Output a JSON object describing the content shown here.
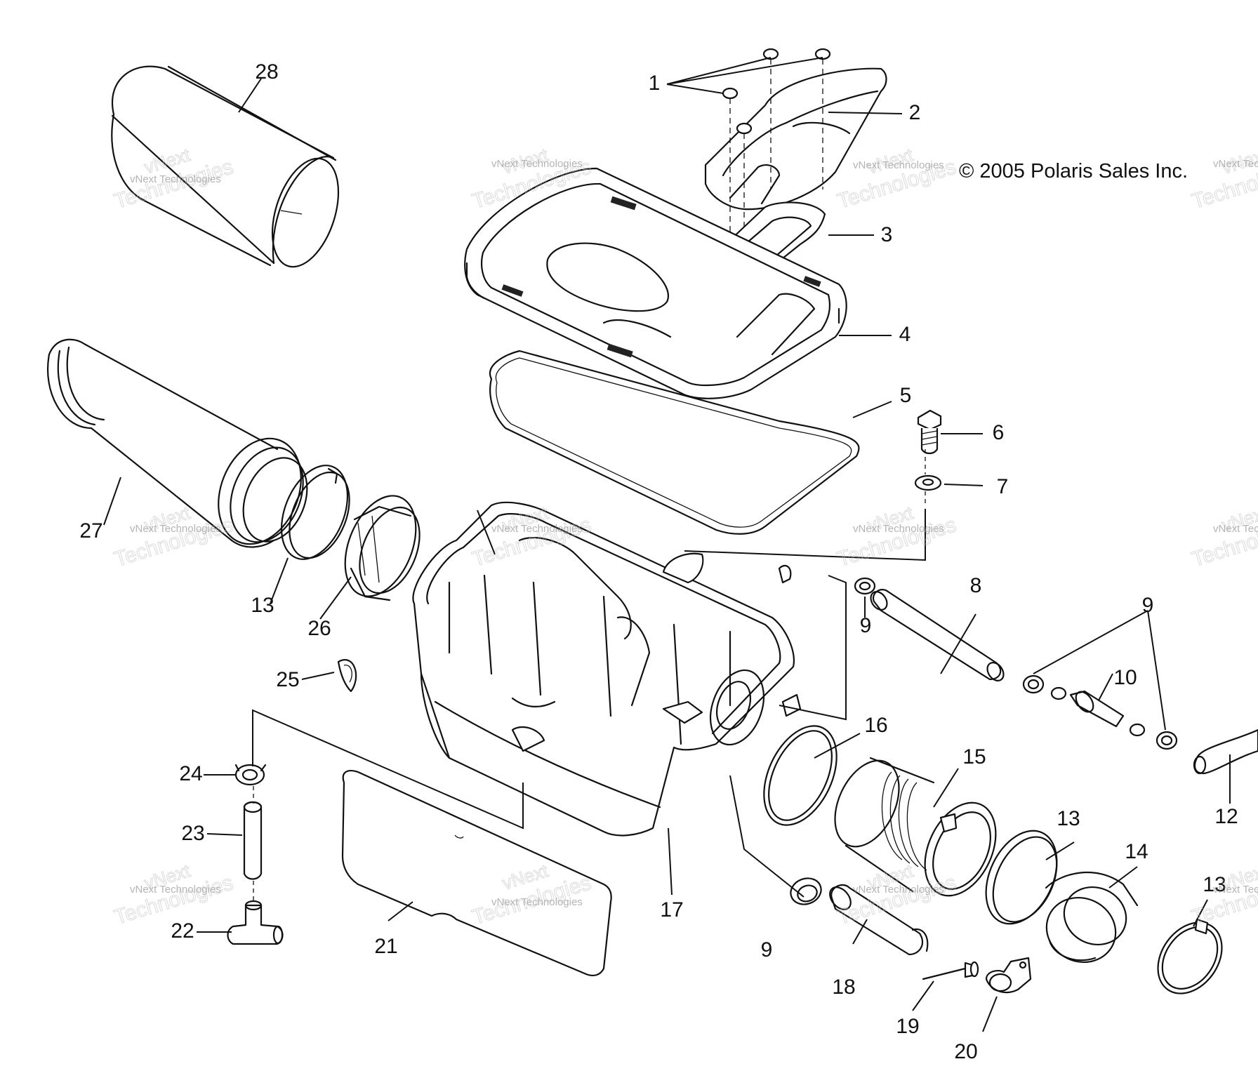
{
  "copyright": "© 2005 Polaris Sales Inc.",
  "watermark": {
    "line1": "vNext",
    "line2": "Technologies",
    "small": "vNext Technologies"
  },
  "callouts": [
    "1",
    "2",
    "3",
    "4",
    "5",
    "6",
    "7",
    "8",
    "9",
    "9",
    "9",
    "10",
    "12",
    "13",
    "13",
    "13",
    "14",
    "15",
    "16",
    "17",
    "18",
    "19",
    "20",
    "21",
    "22",
    "23",
    "24",
    "25",
    "26",
    "27",
    "28"
  ]
}
